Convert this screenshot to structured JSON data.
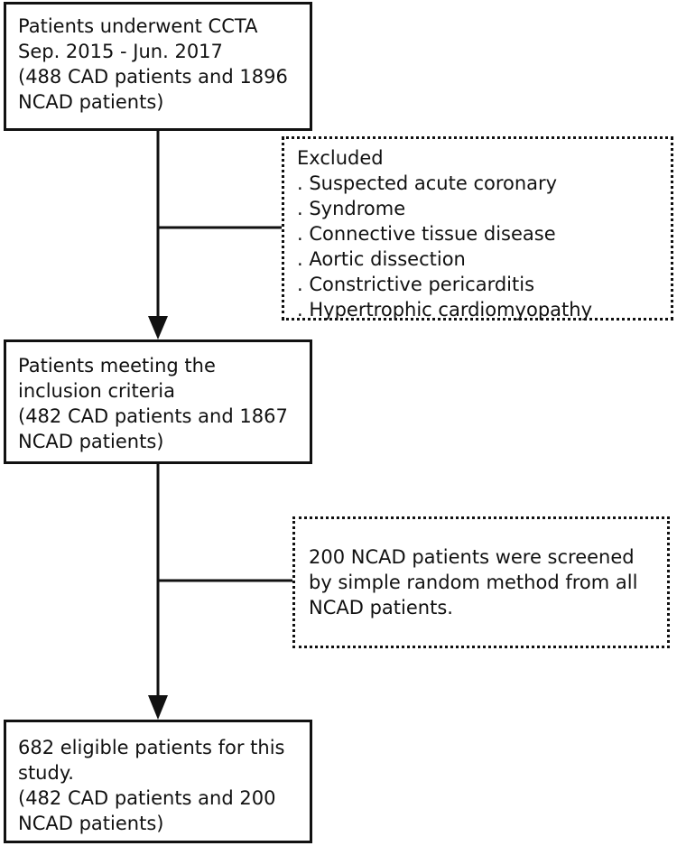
{
  "flowchart": {
    "box1": {
      "lines": [
        "Patients underwent CCTA",
        "Sep. 2015 - Jun. 2017",
        "(488 CAD patients and 1896",
        "NCAD patients)"
      ]
    },
    "excluded": {
      "lines": [
        "Excluded",
        ". Suspected acute coronary",
        ". Syndrome",
        ". Connective tissue disease",
        ". Aortic dissection",
        ". Constrictive pericarditis",
        ". Hypertrophic cardiomyopathy"
      ]
    },
    "box2": {
      "lines": [
        "Patients meeting the",
        "inclusion criteria",
        "(482 CAD patients and 1867",
        "NCAD patients)"
      ]
    },
    "random": {
      "lines": [
        "200 NCAD patients were screened",
        "by simple random method from all",
        "NCAD patients."
      ]
    },
    "box3": {
      "lines": [
        "682 eligible patients for this",
        "study.",
        "(482 CAD patients and 200",
        "NCAD patients)"
      ]
    }
  }
}
